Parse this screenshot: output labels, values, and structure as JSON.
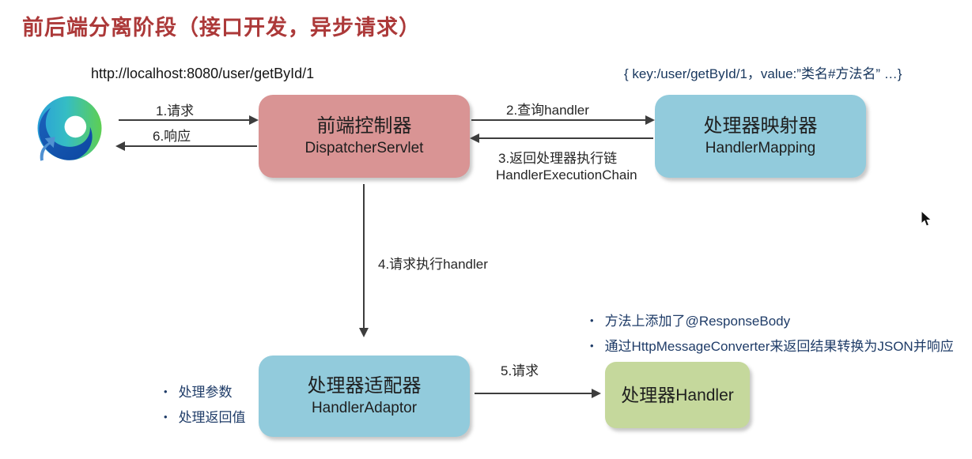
{
  "slide": {
    "title": "前后端分离阶段（接口开发，异步请求）",
    "request_url": "http://localhost:8080/user/getById/1",
    "mapping_entry": "{ key:/user/getById/1，value:”类名#方法名” …}"
  },
  "nodes": {
    "dispatcher_servlet": {
      "name_zh": "前端控制器",
      "name_en": "DispatcherServlet"
    },
    "handler_mapping": {
      "name_zh": "处理器映射器",
      "name_en": "HandlerMapping"
    },
    "handler_adaptor": {
      "name_zh": "处理器适配器",
      "name_en": "HandlerAdaptor"
    },
    "handler": {
      "name_zh": "处理器",
      "name_en": "Handler"
    }
  },
  "flows": {
    "step1": "1.请求",
    "step2": "2.查询handler",
    "step3_line1": "3.返回处理器执行链",
    "step3_line2": "HandlerExecutionChain",
    "step4": "4.请求执行handler",
    "step5": "5.请求",
    "step6": "6.响应"
  },
  "notes": {
    "adaptor": [
      "处理参数",
      "处理返回值"
    ],
    "handler": [
      "方法上添加了@ResponseBody",
      "通过HttpMessageConverter来返回结果转换为JSON并响应"
    ]
  },
  "icons": {
    "browser": "edge-browser-icon",
    "cursor": "mouse-cursor"
  },
  "colors": {
    "title_red": "#ac3939",
    "node_pink": "#d99494",
    "node_blue": "#92cbdc",
    "node_green": "#c5d89c",
    "note_navy": "#1f3c68",
    "arrow_gray": "#3d3d3d"
  }
}
